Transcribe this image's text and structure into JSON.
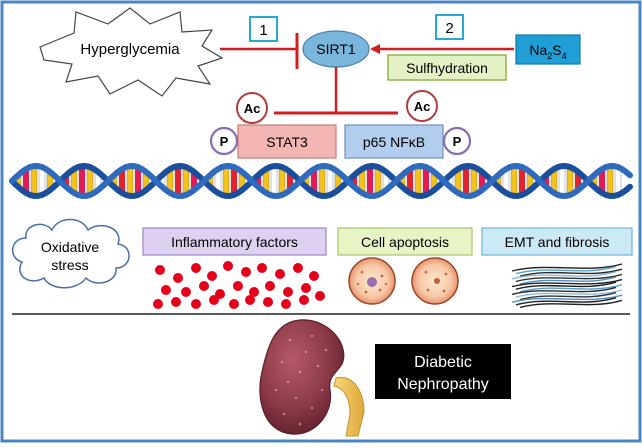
{
  "top": {
    "hyperglycemia": "Hyperglycemia",
    "sirt1": "SIRT1",
    "step1": "1",
    "step2": "2",
    "sulfhydration": "Sulfhydration",
    "donor_main": "Na",
    "donor_sub1": "2",
    "donor_s": "S",
    "donor_sub2": "4"
  },
  "proteins": {
    "ac_label": "Ac",
    "p_label": "P",
    "stat3": "STAT3",
    "p65": "p65 NFκB"
  },
  "effects": {
    "oxidative_line1": "Oxidative",
    "oxidative_line2": "stress",
    "inflammatory": "Inflammatory factors",
    "apoptosis": "Cell apoptosis",
    "emt": "EMT and fibrosis"
  },
  "outcome": {
    "line1": "Diabetic",
    "line2": "Nephropathy"
  },
  "colors": {
    "frame": "#4a86c5",
    "inhibit_red": "#d21e1e",
    "sirt1_fill": "#7ab6dc",
    "step_box_border": "#29a8d8",
    "sulfhydration_fill": "#e4f1c4",
    "sulfhydration_border": "#8fb44e",
    "donor_fill": "#1f9fd6",
    "ac_border": "#b23c3c",
    "p_border": "#8a6cb3",
    "stat3_fill": "#f3b6b2",
    "p65_fill": "#b3cdee",
    "inflammatory_fill": "#ddd1ef",
    "apoptosis_fill": "#e9f4c6",
    "emt_fill": "#cce9f6",
    "dots_red": "#e4001a",
    "kidney": "#8c3a48",
    "outcome_fill": "#000000"
  }
}
